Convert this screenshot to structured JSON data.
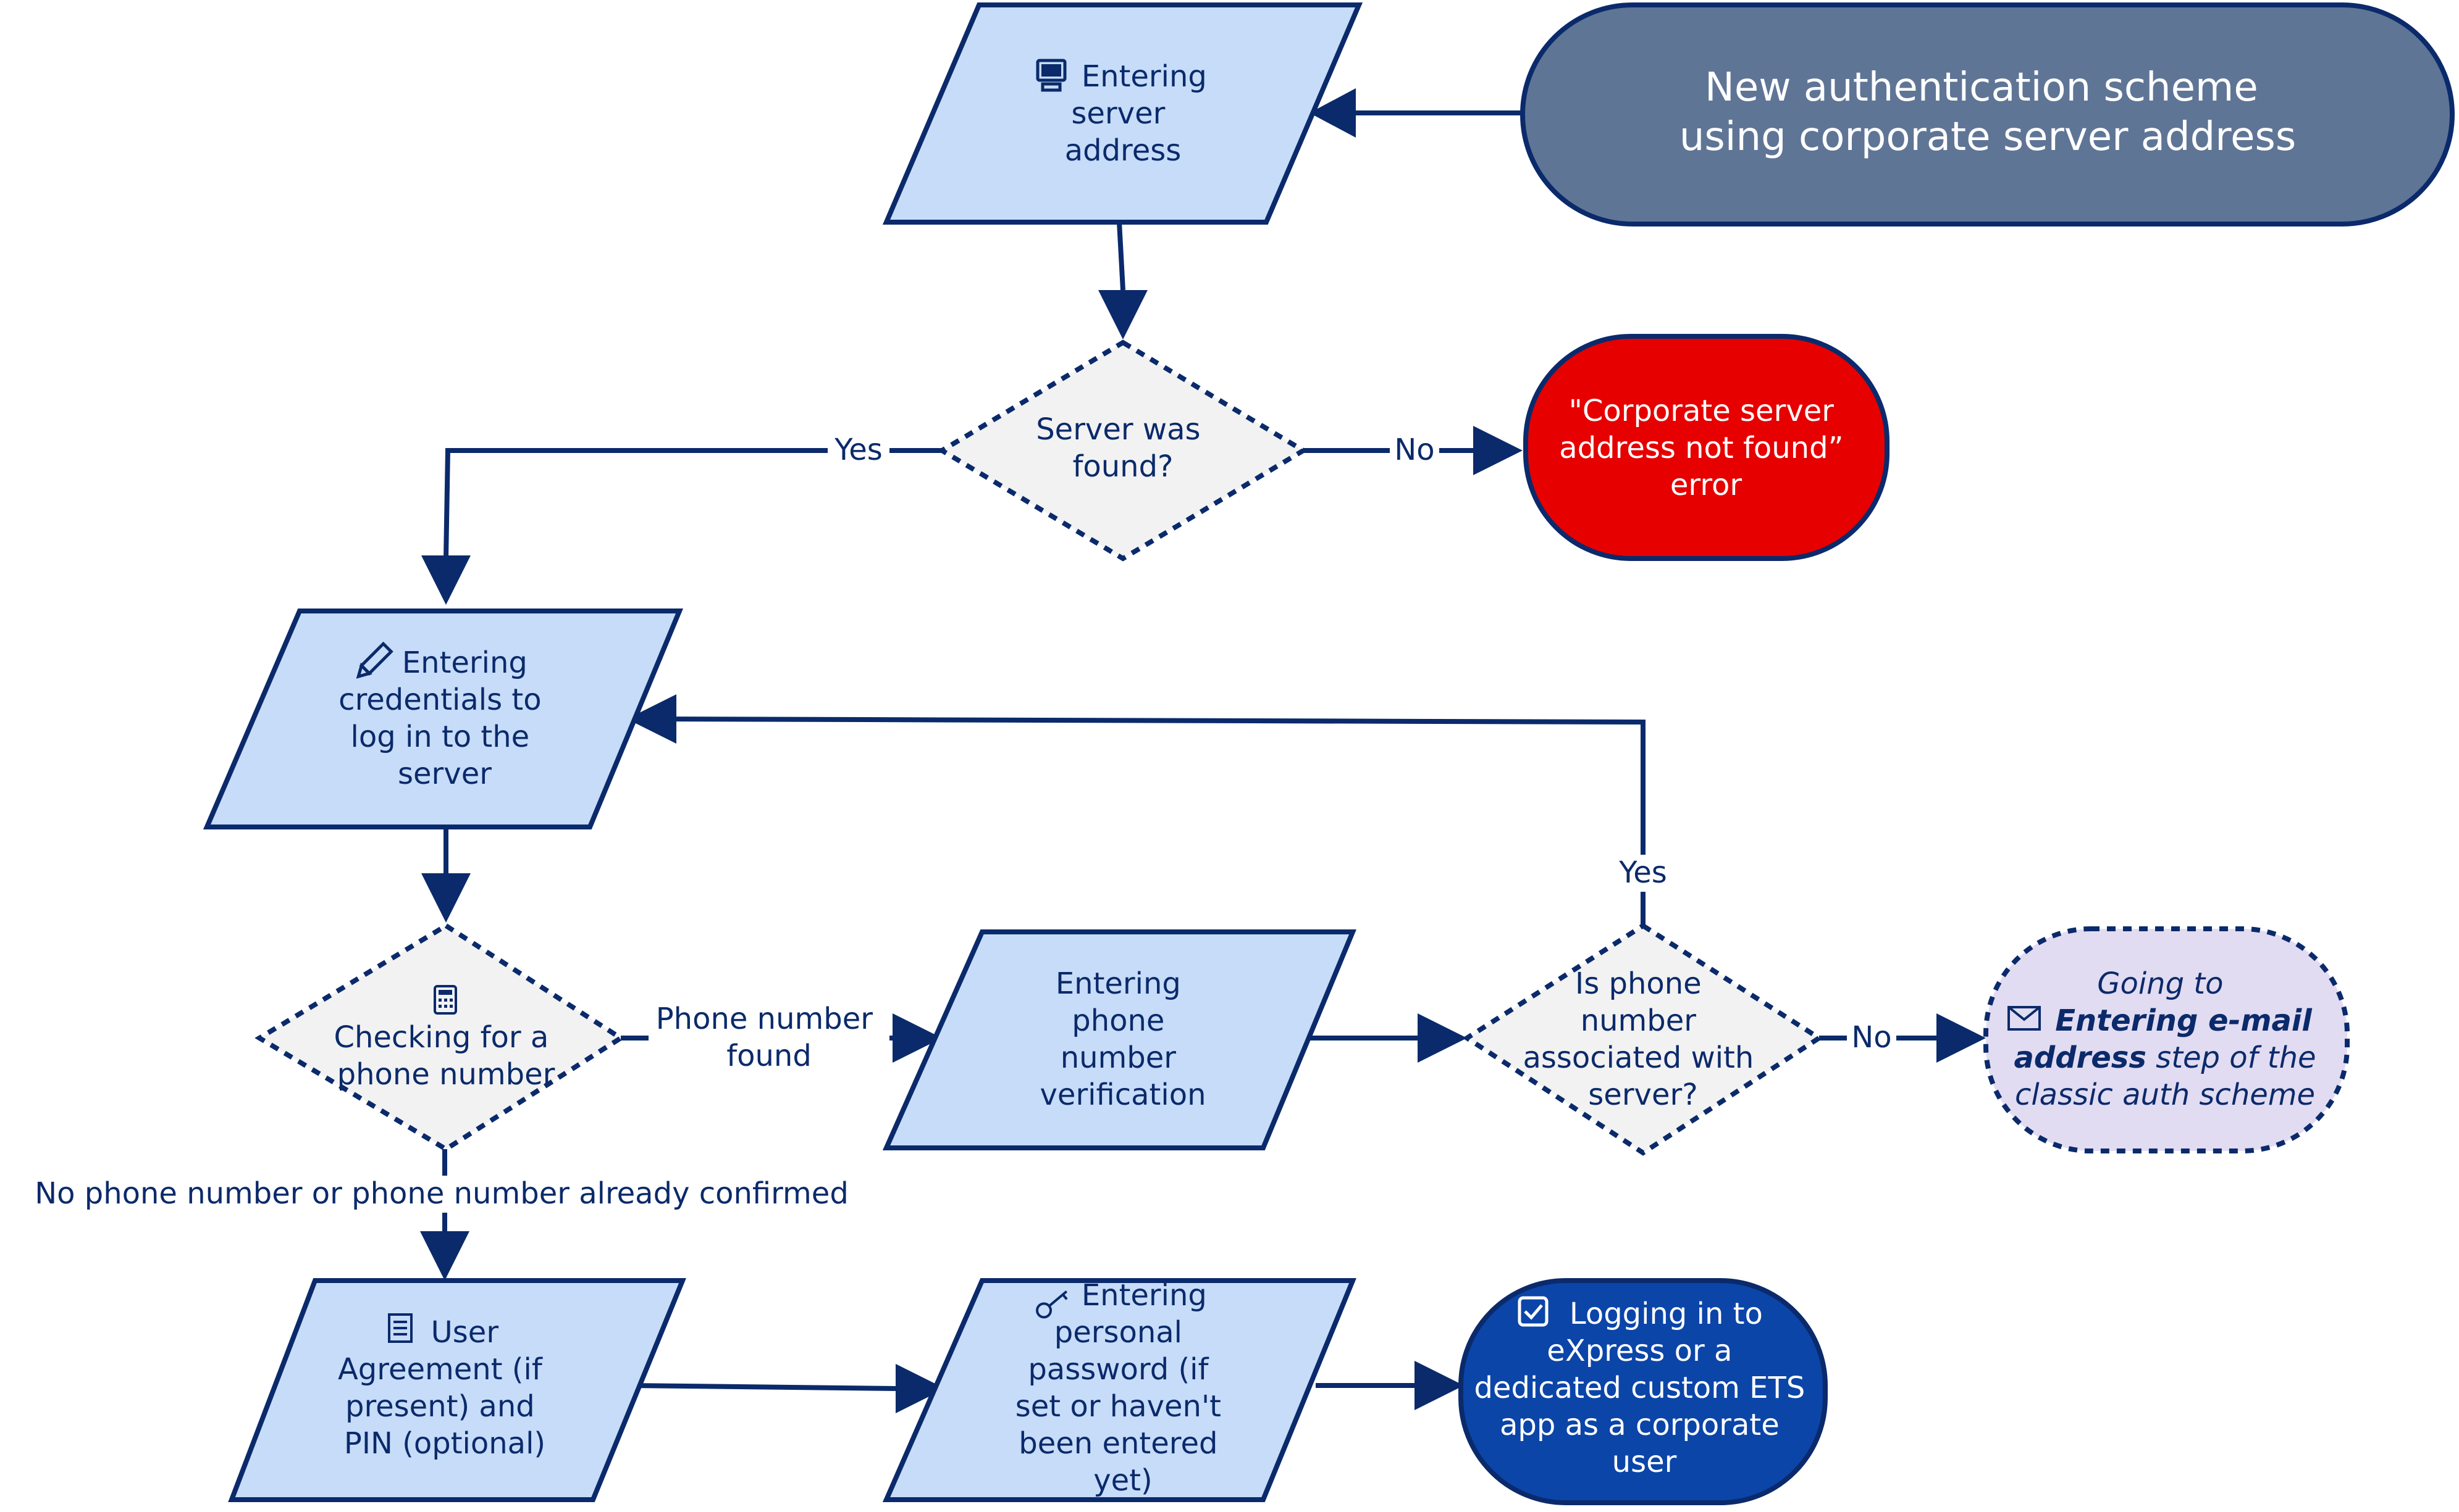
{
  "colors": {
    "ink": "#0b2a6b",
    "io_fill": "#c6dcf8",
    "decision_fill": "#f2f2f2",
    "start_fill": "#5f7596",
    "error_fill": "#e60000",
    "goto_fill": "#e2dcf2",
    "end_fill": "#0b45a8"
  },
  "start": {
    "icon": "none",
    "lines": [
      "New authentication scheme",
      "using corporate server address"
    ]
  },
  "server_address": {
    "icon": "computer-icon",
    "lines": [
      "Entering",
      "server",
      "address"
    ]
  },
  "server_found": {
    "lines": [
      "Server was",
      "found?"
    ]
  },
  "error": {
    "lines": [
      "\"Corporate server",
      "address not found”",
      "error"
    ]
  },
  "credentials": {
    "icon": "pencil-icon",
    "lines": [
      "Entering",
      "credentials to",
      "log in to the",
      "server"
    ]
  },
  "check_phone": {
    "icon": "phone-icon",
    "lines": [
      "Checking for a",
      "phone number"
    ]
  },
  "phone_verify": {
    "lines": [
      "Entering",
      "phone",
      "number",
      "verification"
    ]
  },
  "phone_assoc": {
    "lines": [
      "Is phone",
      "number",
      "associated with",
      "server?"
    ]
  },
  "goto_email": {
    "icon": "envelope-icon",
    "line1": "Going to",
    "line2_bold": "Entering e-mail",
    "line3_bold": "address",
    "line3_rest": " step of the",
    "line4": "classic auth scheme"
  },
  "user_agreement": {
    "icon": "document-icon",
    "lines": [
      "User",
      "Agreement (if",
      "present) and",
      "PIN (optional)"
    ]
  },
  "password": {
    "icon": "key-icon",
    "lines": [
      "Entering",
      "personal",
      "password (if",
      "set or haven't",
      "been entered",
      "yet)"
    ]
  },
  "end": {
    "icon": "checkbox-icon",
    "lines": [
      "Logging in to",
      "eXpress or a",
      "dedicated custom ETS",
      "app as a corporate",
      "user"
    ]
  },
  "edges": {
    "found_yes": "Yes",
    "found_no": "No",
    "phone_found": [
      "Phone number",
      "found"
    ],
    "no_phone": "No phone number or phone number already confirmed",
    "assoc_yes": "Yes",
    "assoc_no": "No"
  }
}
